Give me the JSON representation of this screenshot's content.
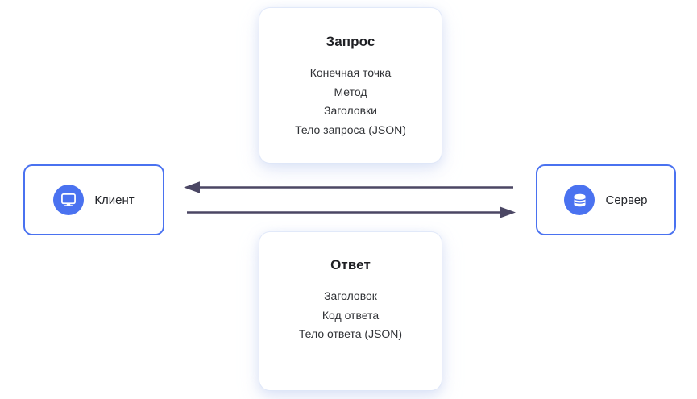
{
  "diagram": {
    "title_semantic": "client-server-request-response-flow",
    "colors": {
      "accent_blue": "#4a72f0",
      "arrow": "#4b4764",
      "card_shadow": "#dee6f8",
      "text_dark": "#24262b",
      "background": "#ffffff"
    },
    "nodes": [
      {
        "id": "client",
        "label": "Клиент",
        "icon": "monitor-icon"
      },
      {
        "id": "server",
        "label": "Сервер",
        "icon": "database-icon"
      }
    ],
    "cards": [
      {
        "id": "request",
        "title": "Запрос",
        "lines": [
          "Конечная точка",
          "Метод",
          "Заголовки",
          "Тело запроса (JSON)"
        ]
      },
      {
        "id": "response",
        "title": "Ответ",
        "lines": [
          "Заголовок",
          "Код ответа",
          "Тело ответа (JSON)"
        ]
      }
    ],
    "arrows": [
      {
        "id": "response-arrow",
        "direction": "left",
        "from": "server",
        "to": "client"
      },
      {
        "id": "request-arrow",
        "direction": "right",
        "from": "client",
        "to": "server"
      }
    ]
  }
}
